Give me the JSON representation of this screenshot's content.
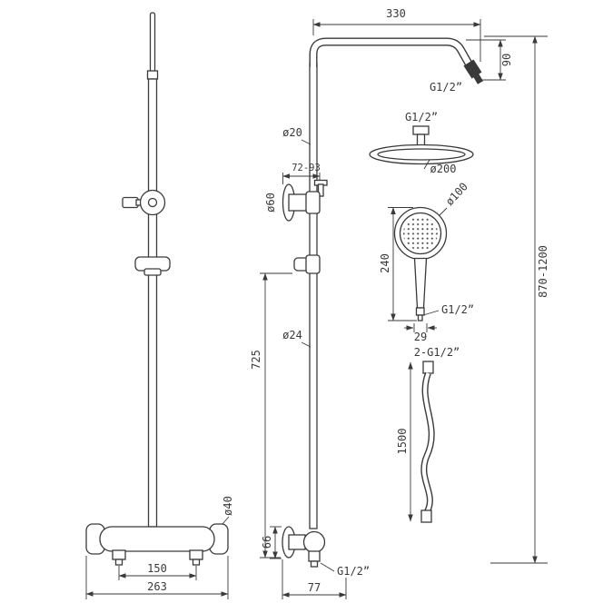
{
  "drawing": {
    "title": "Thermostatic shower riser system - dimensioned technical drawing",
    "line_color": "#3a3a3a",
    "background": "#ffffff",
    "dims": {
      "arm_length": "330",
      "arm_drop": "90",
      "arm_thread": "G1/2”",
      "head_thread": "G1/2”",
      "pipe_upper_dia": "ø20",
      "bracket_range": "72-93",
      "bracket_dia": "ø60",
      "head_dia": "ø200",
      "hand_head_dia": "ø100",
      "hand_length": "240",
      "overall_height": "870-1200",
      "pipe_lower_dia": "ø24",
      "riser_length": "725",
      "hand_thread": "G1/2”",
      "hand_tip_width": "29",
      "hose_threads": "2-G1/2”",
      "hose_length": "1500",
      "valve_dia": "ø40",
      "outlet_height": "66",
      "valve_centres": "150",
      "valve_width": "263",
      "outlet_depth": "77",
      "outlet_thread": "G1/2”"
    }
  }
}
